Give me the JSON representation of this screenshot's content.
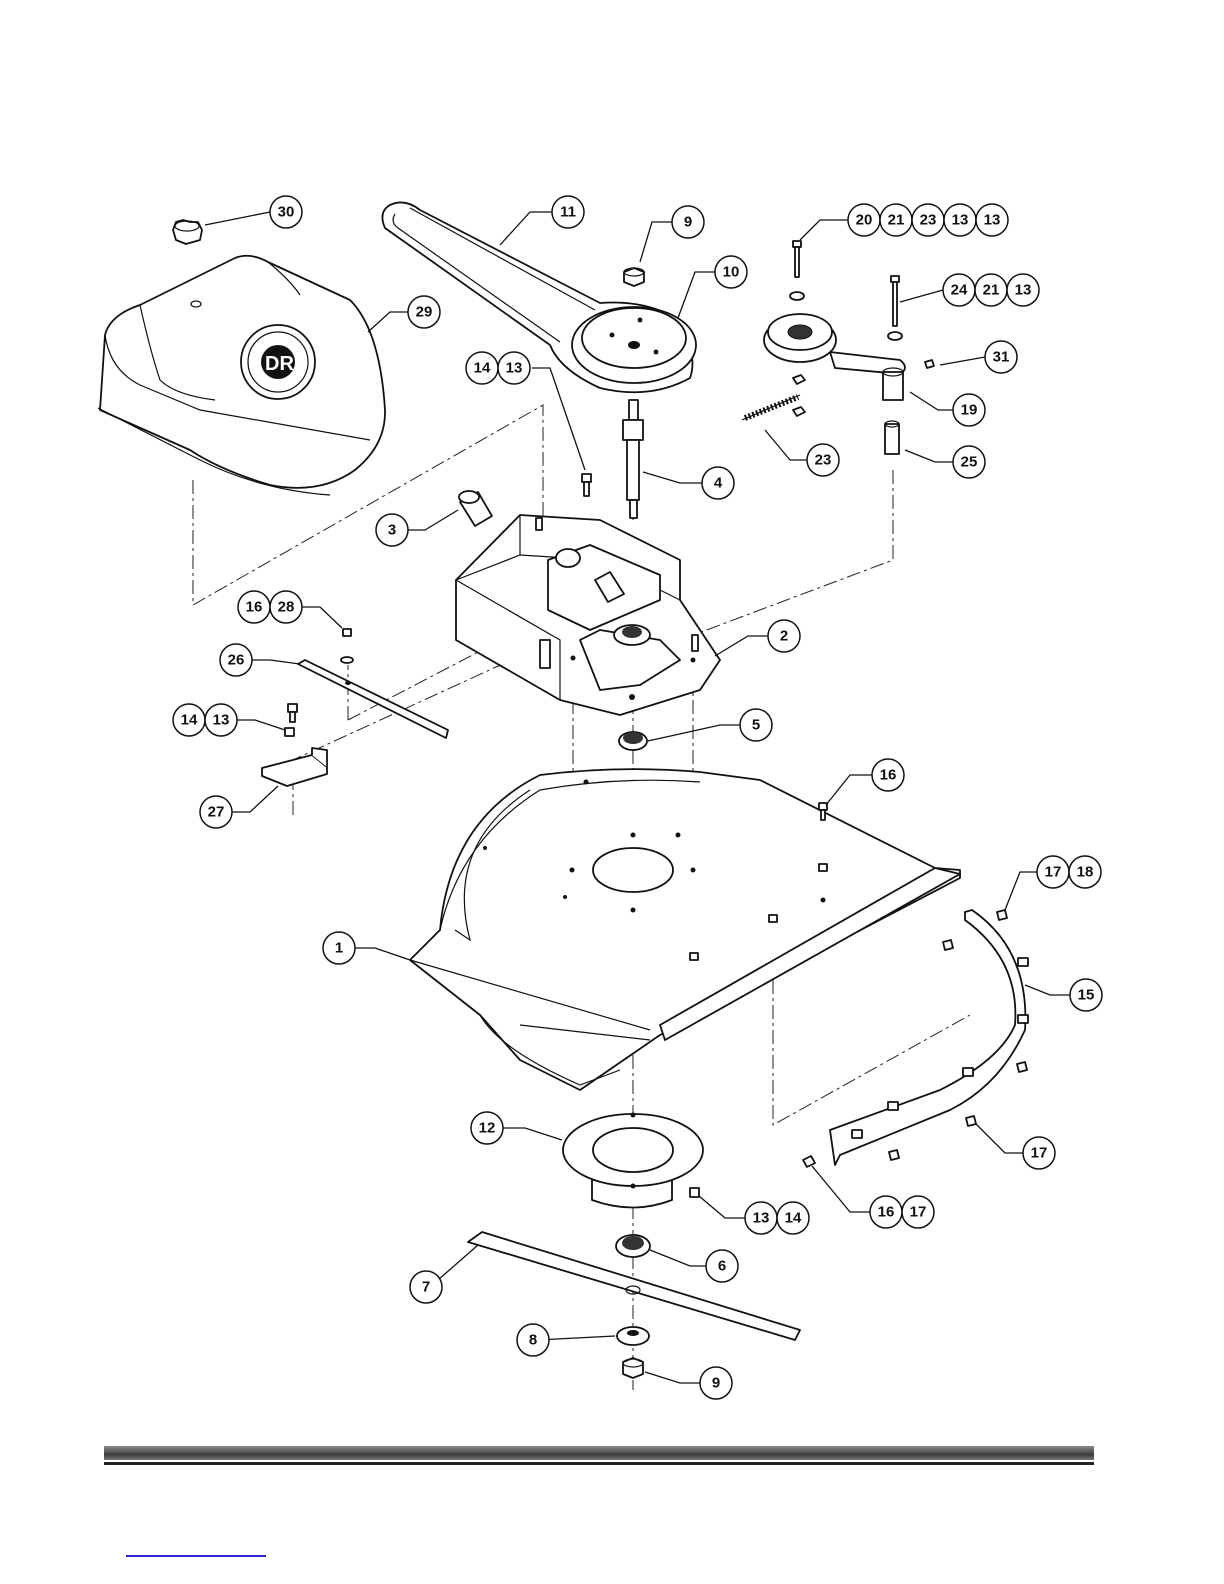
{
  "diagram": {
    "callouts": {
      "c1": "1",
      "c2": "2",
      "c3": "3",
      "c4": "4",
      "c5": "5",
      "c6": "6",
      "c7": "7",
      "c8": "8",
      "c9a": "9",
      "c9b": "9",
      "c10": "10",
      "c11": "11",
      "c12": "12",
      "c15": "15",
      "c16a": "16",
      "c17a": "17",
      "c19": "19",
      "c23": "23",
      "c25": "25",
      "c26": "26",
      "c27": "27",
      "c29": "29",
      "c30": "30",
      "c31": "31",
      "g20": [
        "20",
        "21",
        "23",
        "13",
        "13"
      ],
      "g24": [
        "24",
        "21",
        "13"
      ],
      "g14a": [
        "14",
        "13"
      ],
      "g14b": [
        "14",
        "13"
      ],
      "g16a": [
        "16",
        "28"
      ],
      "g13": [
        "13",
        "14"
      ],
      "g16b": [
        "16",
        "17"
      ],
      "g17": [
        "17",
        "18"
      ]
    },
    "logo_text": "DR"
  }
}
